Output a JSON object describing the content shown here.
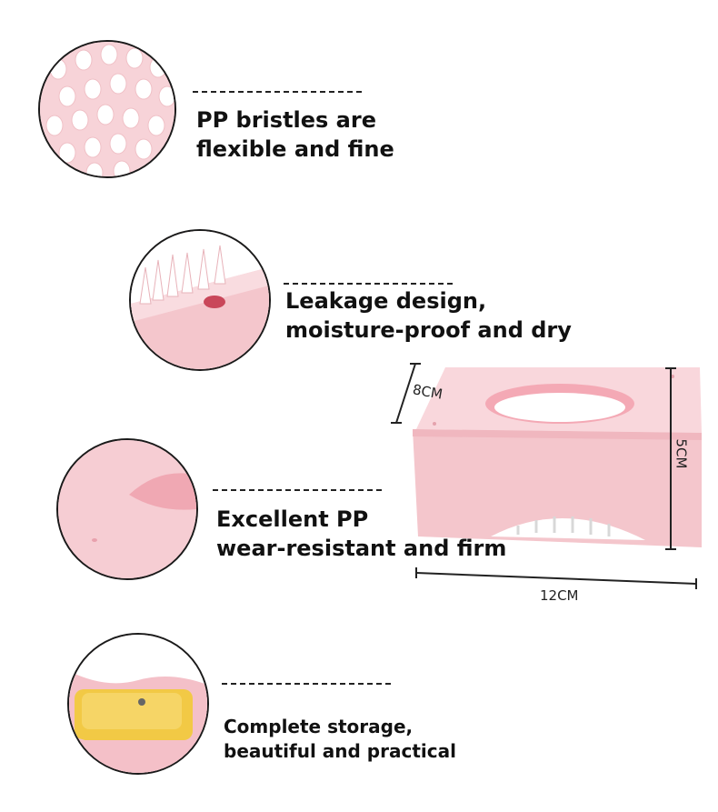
{
  "features": [
    {
      "line1": "PP bristles are",
      "line2": "flexible and fine"
    },
    {
      "line1": "Leakage design,",
      "line2": "moisture-proof and dry"
    },
    {
      "line1": "Excellent PP",
      "line2": "wear-resistant and firm"
    },
    {
      "line1": "Complete storage,",
      "line2": "beautiful and practical"
    }
  ],
  "dimensions": {
    "depth": "8CM",
    "height": "5CM",
    "width": "12CM"
  },
  "colors": {
    "product_pink": "#f4c6cc",
    "bristle": "#ffffff",
    "soap": "#f2c945",
    "outline": "#1a1a1a"
  }
}
